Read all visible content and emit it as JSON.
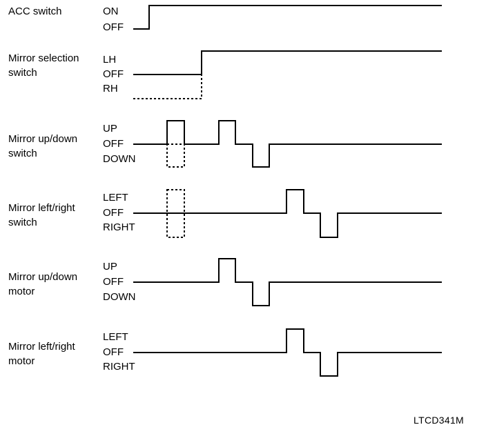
{
  "signals": [
    {
      "id": "acc",
      "label": "ACC switch",
      "states": [
        "ON",
        "OFF"
      ]
    },
    {
      "id": "mirror-selection",
      "label": "Mirror selection\nswitch",
      "states": [
        "LH",
        "OFF",
        "RH"
      ]
    },
    {
      "id": "updown-switch",
      "label": "Mirror up/down\nswitch",
      "states": [
        "UP",
        "OFF",
        "DOWN"
      ]
    },
    {
      "id": "leftright-switch",
      "label": "Mirror left/right\nswitch",
      "states": [
        "LEFT",
        "OFF",
        "RIGHT"
      ]
    },
    {
      "id": "updown-motor",
      "label": "Mirror up/down\nmotor",
      "states": [
        "UP",
        "OFF",
        "DOWN"
      ]
    },
    {
      "id": "leftright-motor",
      "label": "Mirror left/right\nmotor",
      "states": [
        "LEFT",
        "OFF",
        "RIGHT"
      ]
    }
  ],
  "reference_code": "LTCD341M",
  "colors": {
    "line": "#000000",
    "background": "#ffffff"
  }
}
